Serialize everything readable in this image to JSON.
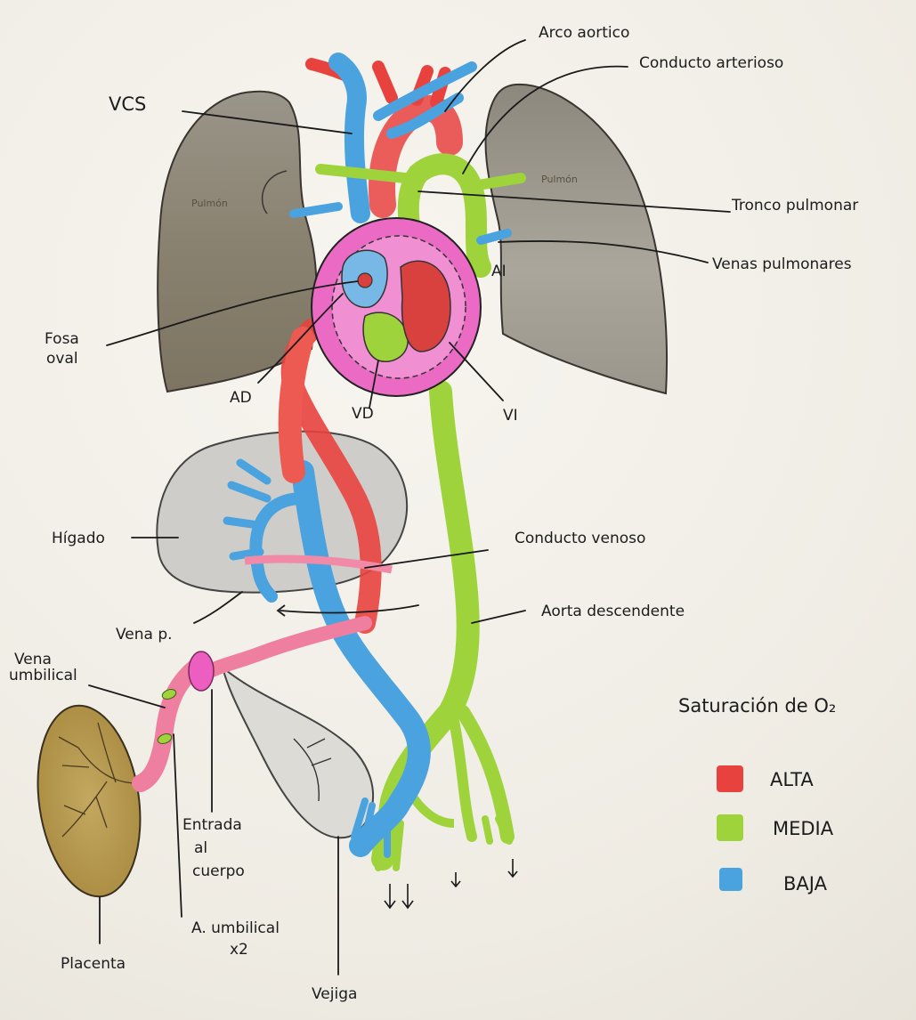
{
  "colors": {
    "high": "#e8423f",
    "medium": "#9fd33b",
    "low": "#4aa3df",
    "heart": "#e85fc0",
    "lung": "#8f8a7a",
    "placenta": "#b79a4e",
    "organ": "#c9c7c2"
  },
  "labels": {
    "vcs": "VCS",
    "arco_aortico": "Arco aortico",
    "conducto_arterioso": "Conducto arterioso",
    "tronco_pulmonar": "Tronco pulmonar",
    "venas_pulmonares": "Venas pulmonares",
    "ai": "AI",
    "fosa_oval_1": "Fosa",
    "fosa_oval_2": "oval",
    "ad": "AD",
    "vd": "VD",
    "vi": "VI",
    "pulmon_left": "Pulmón",
    "pulmon_right": "Pulmón",
    "higado": "Hígado",
    "conducto_venoso": "Conducto venoso",
    "aorta_descendente": "Aorta descendente",
    "vena_p": "Vena p.",
    "vena_umbilical_1": "Vena",
    "vena_umbilical_2": "umbilical",
    "entrada_1": "Entrada",
    "entrada_2": "al",
    "entrada_3": "cuerpo",
    "a_umbilical_1": "A. umbilical",
    "a_umbilical_2": "x2",
    "placenta": "Placenta",
    "vejiga": "Vejiga"
  },
  "legend": {
    "title": "Saturación de O₂",
    "items": [
      {
        "label": "ALTA",
        "color": "#e8423f"
      },
      {
        "label": "MEDIA",
        "color": "#9fd33b"
      },
      {
        "label": "BAJA",
        "color": "#4aa3df"
      }
    ]
  }
}
